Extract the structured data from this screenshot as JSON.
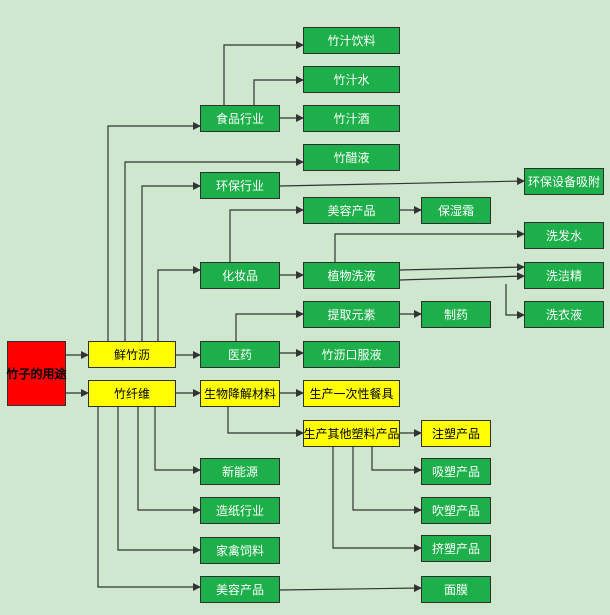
{
  "colors": {
    "green": "#1db04a",
    "yellow": "#ffff00",
    "red": "#ff0000",
    "background": "#cfe7cf",
    "line": "#333333"
  },
  "nodes": {
    "root": "竹子的用途",
    "xianzhuli": "鲜竹沥",
    "zhuxianwei": "竹纤维",
    "shipin": "食品行业",
    "huanbao": "环保行业",
    "huazhuangpin": "化妆品",
    "yiyao": "医药",
    "zhuzhiyinliao": "竹汁饮料",
    "zhuzhishui": "竹汁水",
    "zhuzhijiu": "竹汁酒",
    "zhucuye": "竹醋液",
    "huanbaoshebei": "环保设备吸附",
    "meirong1": "美容产品",
    "baoshishuang": "保湿霜",
    "xifashui": "洗发水",
    "zhiwuxiye": "植物洗液",
    "xijiejing": "洗洁精",
    "xiyiye": "洗衣液",
    "tiquyuansu": "提取元素",
    "zhiyao": "制药",
    "koufuye": "竹沥口服液",
    "shengwu": "生物降解材料",
    "canju": "生产一次性餐具",
    "suliao": "生产其他塑料产品",
    "zhusu": "注塑产品",
    "xisu": "吸塑产品",
    "chuisu": "吹塑产品",
    "jisu": "挤塑产品",
    "xinnengyuan": "新能源",
    "zaozhi": "造纸行业",
    "siliao": "家禽饲料",
    "meirong2": "美容产品",
    "miannmo": "面膜"
  }
}
